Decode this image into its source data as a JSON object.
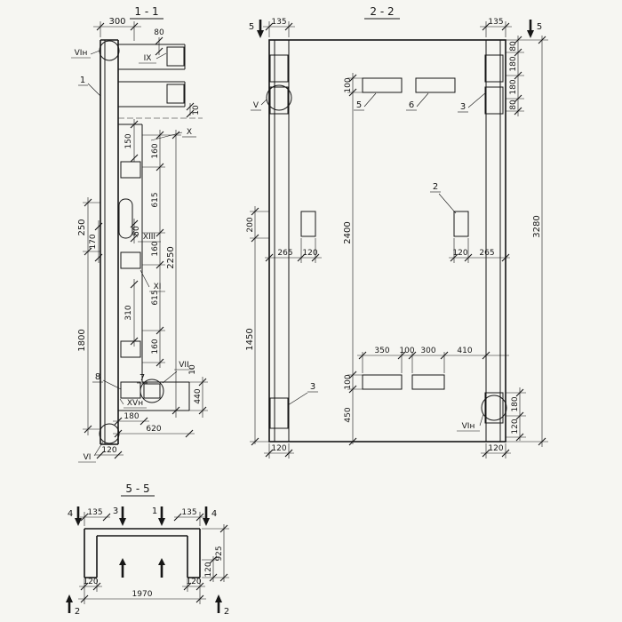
{
  "s11": {
    "title": "1 - 1",
    "dims": {
      "w300": "300",
      "h80": "80",
      "t10a": "10",
      "v150": "150",
      "v250": "250",
      "v1800": "1800",
      "v170": "170",
      "v50": "50",
      "v310": "310",
      "c160a": "160",
      "c615a": "615",
      "c160b": "160",
      "c615b": "615",
      "c160c": "160",
      "v2250": "2250",
      "h180": "180",
      "h620": "620",
      "v440": "440",
      "t10b": "10",
      "w120": "120"
    },
    "marks": {
      "vin": "VIн",
      "ix": "IX",
      "x": "X",
      "xiii": "XIII",
      "xi": "XI",
      "vii": "VII",
      "xvn": "XVн",
      "vi": "VI"
    },
    "parts": {
      "p1": "1",
      "p8": "8",
      "p7": "7"
    }
  },
  "s22": {
    "title": "2 - 2",
    "cuts": {
      "l5": "5",
      "r5": "5"
    },
    "dims": {
      "tl135": "135",
      "tr135": "135",
      "r80a": "80",
      "r180a": "180",
      "r180b": "180",
      "r80b": "80",
      "r3280": "3280",
      "m100a": "100",
      "m2400": "2400",
      "m100b": "100",
      "m450": "450",
      "l200": "200",
      "l1450": "1450",
      "p265a": "265",
      "p120a": "120",
      "p120b": "120",
      "p265b": "265",
      "b350": "350",
      "b100": "100",
      "b300": "300",
      "b410": "410",
      "br180": "180",
      "br120": "120",
      "bl120": "120",
      "brr120": "120"
    },
    "marks": {
      "v": "V",
      "vin": "VIн"
    },
    "parts": {
      "p5": "5",
      "p6": "6",
      "p3a": "3",
      "p2": "2",
      "p3b": "3"
    }
  },
  "s55": {
    "title": "5 - 5",
    "cuts": {
      "l4": "4",
      "c3": "3",
      "c1": "1",
      "r4": "4",
      "l2": "2",
      "r2": "2"
    },
    "dims": {
      "l135": "135",
      "r135": "135",
      "r925": "925",
      "r120": "120",
      "bl120": "120",
      "br120": "120",
      "b1970": "1970"
    }
  }
}
